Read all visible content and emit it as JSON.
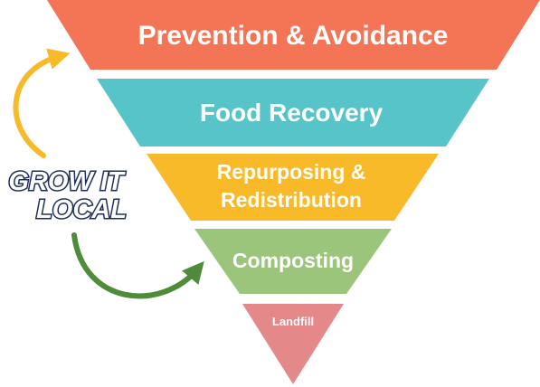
{
  "hierarchy": {
    "tiers": [
      {
        "lines": [
          "Prevention & Avoidance"
        ],
        "color": "#F47556"
      },
      {
        "lines": [
          "Food Recovery"
        ],
        "color": "#56C4C8"
      },
      {
        "lines": [
          "Repurposing &",
          "Redistribution"
        ],
        "color": "#F9BA2A"
      },
      {
        "lines": [
          "Composting"
        ],
        "color": "#9BC57A"
      },
      {
        "lines": [
          "Landfill"
        ],
        "color": "#E4888A"
      }
    ]
  },
  "logo": {
    "line1": "GROW IT",
    "line2": "LOCAL",
    "text_outline_color": "#1f2f5a",
    "ring_colors": [
      "#9BC57A",
      "#F9BA2A"
    ]
  },
  "arrows": {
    "up_arrow_color": "#F9BA2A",
    "down_arrow_color": "#4E8C3A"
  }
}
